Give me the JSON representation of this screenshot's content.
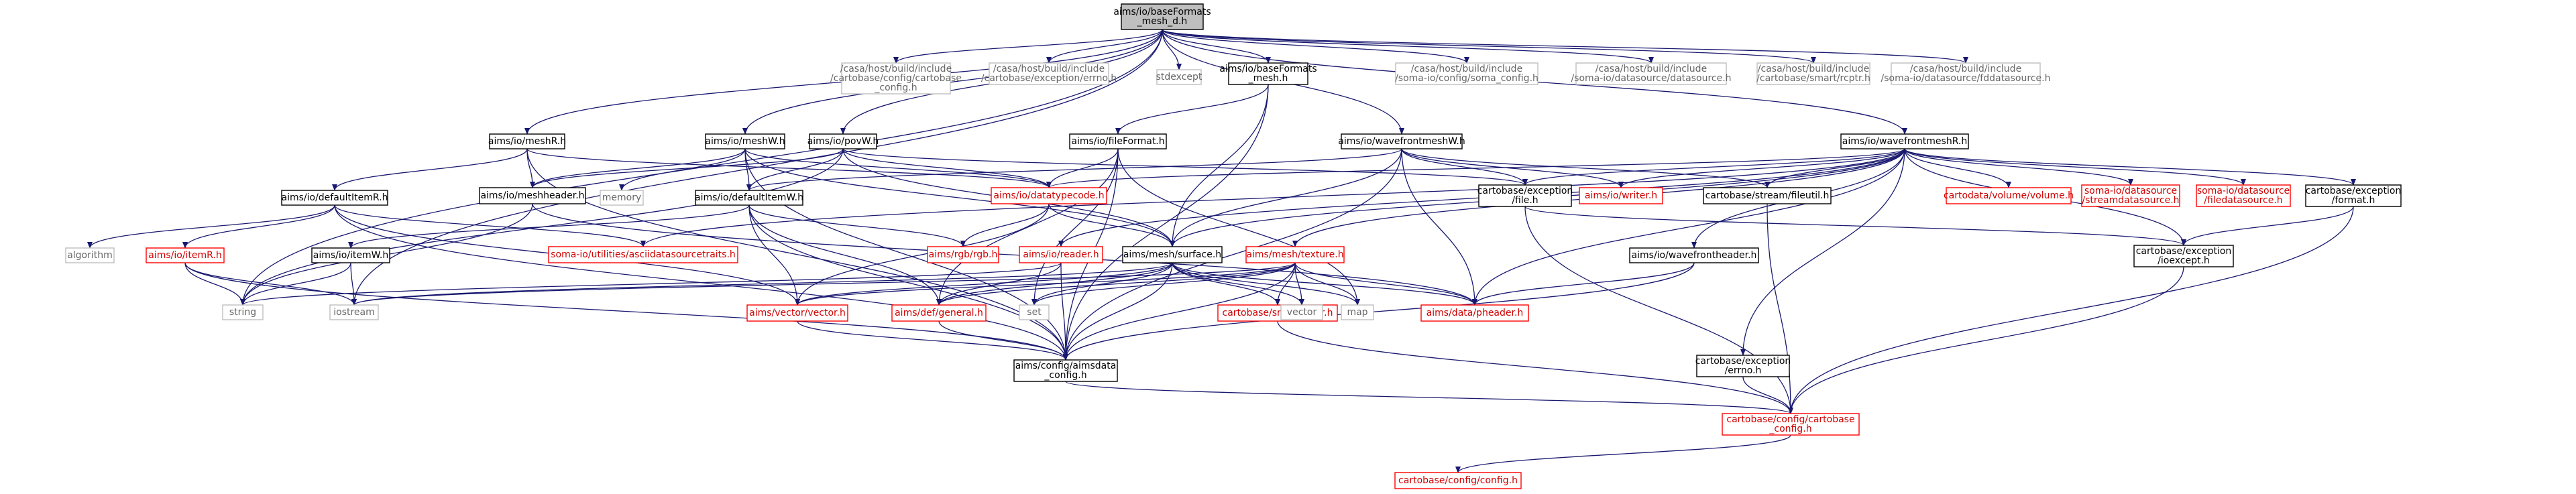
{
  "graph_title": "aims/io/baseFormats_mesh_d.h",
  "colors": {
    "node_border": "#000000",
    "node_border_missing": "#bfbfbf",
    "node_border_truncated": "#ff0000",
    "root_fill": "#bfbfbf",
    "edge": "#191970",
    "text_muted": "#666666",
    "text_red": "#d00000"
  },
  "nodes": [
    {
      "id": "root",
      "lines": [
        "aims/io/baseFormats",
        "_mesh_d.h"
      ],
      "style": "root"
    },
    {
      "id": "meshR",
      "lines": [
        "aims/io/meshR.h"
      ],
      "style": "normal"
    },
    {
      "id": "cfg_cart",
      "lines": [
        "/casa/host/build/include",
        "/cartobase/config/cartobase",
        "_config.h"
      ],
      "style": "missing"
    },
    {
      "id": "errno_abs",
      "lines": [
        "/casa/host/build/include",
        "/cartobase/exception/errno.h"
      ],
      "style": "missing"
    },
    {
      "id": "stdexcept",
      "lines": [
        "stdexcept"
      ],
      "style": "missing"
    },
    {
      "id": "bfmesh",
      "lines": [
        "aims/io/baseFormats",
        "_mesh.h"
      ],
      "style": "normal"
    },
    {
      "id": "soma_cfg",
      "lines": [
        "/casa/host/build/include",
        "/soma-io/config/soma_config.h"
      ],
      "style": "missing"
    },
    {
      "id": "soma_ds_abs",
      "lines": [
        "/casa/host/build/include",
        "/soma-io/datasource/datasource.h"
      ],
      "style": "missing"
    },
    {
      "id": "rcptr_abs",
      "lines": [
        "/casa/host/build/include",
        "/cartobase/smart/rcptr.h"
      ],
      "style": "missing"
    },
    {
      "id": "fdds_abs",
      "lines": [
        "/casa/host/build/include",
        "/soma-io/datasource/fddatasource.h"
      ],
      "style": "missing"
    },
    {
      "id": "meshW",
      "lines": [
        "aims/io/meshW.h"
      ],
      "style": "normal"
    },
    {
      "id": "povW",
      "lines": [
        "aims/io/povW.h"
      ],
      "style": "normal"
    },
    {
      "id": "fileFormat",
      "lines": [
        "aims/io/fileFormat.h"
      ],
      "style": "normal"
    },
    {
      "id": "wfmeshW",
      "lines": [
        "aims/io/wavefrontmeshW.h"
      ],
      "style": "normal"
    },
    {
      "id": "wfmeshR",
      "lines": [
        "aims/io/wavefrontmeshR.h"
      ],
      "style": "normal"
    },
    {
      "id": "defItemR",
      "lines": [
        "aims/io/defaultItemR.h"
      ],
      "style": "normal"
    },
    {
      "id": "memory",
      "lines": [
        "memory"
      ],
      "style": "missing"
    },
    {
      "id": "meshheader",
      "lines": [
        "aims/io/meshheader.h"
      ],
      "style": "normal"
    },
    {
      "id": "defItemW",
      "lines": [
        "aims/io/defaultItemW.h"
      ],
      "style": "normal"
    },
    {
      "id": "datatypecode",
      "lines": [
        "aims/io/datatypecode.h"
      ],
      "style": "truncated"
    },
    {
      "id": "excfile",
      "lines": [
        "cartobase/exception",
        "/file.h"
      ],
      "style": "normal"
    },
    {
      "id": "writer",
      "lines": [
        "aims/io/writer.h"
      ],
      "style": "truncated"
    },
    {
      "id": "fileutil",
      "lines": [
        "cartobase/stream/fileutil.h"
      ],
      "style": "normal"
    },
    {
      "id": "volume",
      "lines": [
        "cartodata/volume/volume.h"
      ],
      "style": "truncated"
    },
    {
      "id": "streamds",
      "lines": [
        "soma-io/datasource",
        "/streamdatasource.h"
      ],
      "style": "truncated"
    },
    {
      "id": "fileds",
      "lines": [
        "soma-io/datasource",
        "/filedatasource.h"
      ],
      "style": "truncated"
    },
    {
      "id": "excformat",
      "lines": [
        "cartobase/exception",
        "/format.h"
      ],
      "style": "normal"
    },
    {
      "id": "algorithm",
      "lines": [
        "algorithm"
      ],
      "style": "missing"
    },
    {
      "id": "itemR",
      "lines": [
        "aims/io/itemR.h"
      ],
      "style": "truncated"
    },
    {
      "id": "asciitraits",
      "lines": [
        "soma-io/utilities/asciidatasourcetraits.h"
      ],
      "style": "truncated"
    },
    {
      "id": "itemW",
      "lines": [
        "aims/io/itemW.h"
      ],
      "style": "normal"
    },
    {
      "id": "rgb",
      "lines": [
        "aims/rgb/rgb.h"
      ],
      "style": "truncated"
    },
    {
      "id": "reader",
      "lines": [
        "aims/io/reader.h"
      ],
      "style": "truncated"
    },
    {
      "id": "surface",
      "lines": [
        "aims/mesh/surface.h"
      ],
      "style": "normal"
    },
    {
      "id": "texture",
      "lines": [
        "aims/mesh/texture.h"
      ],
      "style": "truncated"
    },
    {
      "id": "wfheader",
      "lines": [
        "aims/io/wavefrontheader.h"
      ],
      "style": "normal"
    },
    {
      "id": "ioexcept",
      "lines": [
        "cartobase/exception",
        "/ioexcept.h"
      ],
      "style": "normal"
    },
    {
      "id": "string",
      "lines": [
        "string"
      ],
      "style": "missing"
    },
    {
      "id": "iostream",
      "lines": [
        "iostream"
      ],
      "style": "missing"
    },
    {
      "id": "vector_aims",
      "lines": [
        "aims/vector/vector.h"
      ],
      "style": "truncated"
    },
    {
      "id": "general",
      "lines": [
        "aims/def/general.h"
      ],
      "style": "truncated"
    },
    {
      "id": "set",
      "lines": [
        "set"
      ],
      "style": "missing"
    },
    {
      "id": "rcptr",
      "lines": [
        "cartobase/smart/rcptr.h"
      ],
      "style": "truncated"
    },
    {
      "id": "vector_std",
      "lines": [
        "vector"
      ],
      "style": "missing"
    },
    {
      "id": "map",
      "lines": [
        "map"
      ],
      "style": "missing"
    },
    {
      "id": "pheader",
      "lines": [
        "aims/data/pheader.h"
      ],
      "style": "truncated"
    },
    {
      "id": "aimsdata_cfg",
      "lines": [
        "aims/config/aimsdata",
        "_config.h"
      ],
      "style": "normal"
    },
    {
      "id": "errno",
      "lines": [
        "cartobase/exception",
        "/errno.h"
      ],
      "style": "normal"
    },
    {
      "id": "cartobase_cfg",
      "lines": [
        "cartobase/config/cartobase",
        "_config.h"
      ],
      "style": "truncated"
    },
    {
      "id": "config",
      "lines": [
        "cartobase/config/config.h"
      ],
      "style": "truncated"
    }
  ],
  "edges": [
    [
      "root",
      "meshR"
    ],
    [
      "root",
      "cfg_cart"
    ],
    [
      "root",
      "errno_abs"
    ],
    [
      "root",
      "stdexcept"
    ],
    [
      "root",
      "bfmesh"
    ],
    [
      "root",
      "soma_cfg"
    ],
    [
      "root",
      "soma_ds_abs"
    ],
    [
      "root",
      "rcptr_abs"
    ],
    [
      "root",
      "fdds_abs"
    ],
    [
      "root",
      "meshW"
    ],
    [
      "root",
      "povW"
    ],
    [
      "root",
      "wfmeshW"
    ],
    [
      "root",
      "wfmeshR"
    ],
    [
      "root",
      "string"
    ],
    [
      "root",
      "iostream"
    ],
    [
      "meshR",
      "defItemR"
    ],
    [
      "meshR",
      "meshheader"
    ],
    [
      "meshR",
      "datatypecode"
    ],
    [
      "meshR",
      "aimsdata_cfg"
    ],
    [
      "meshW",
      "memory"
    ],
    [
      "meshW",
      "meshheader"
    ],
    [
      "meshW",
      "defItemW"
    ],
    [
      "meshW",
      "datatypecode"
    ],
    [
      "meshW",
      "surface"
    ],
    [
      "meshW",
      "aimsdata_cfg"
    ],
    [
      "povW",
      "meshheader"
    ],
    [
      "povW",
      "defItemW"
    ],
    [
      "povW",
      "datatypecode"
    ],
    [
      "povW",
      "surface"
    ],
    [
      "povW",
      "excfile"
    ],
    [
      "povW",
      "string"
    ],
    [
      "bfmesh",
      "fileFormat"
    ],
    [
      "bfmesh",
      "surface"
    ],
    [
      "bfmesh",
      "aimsdata_cfg"
    ],
    [
      "fileFormat",
      "datatypecode"
    ],
    [
      "fileFormat",
      "general"
    ],
    [
      "fileFormat",
      "set"
    ],
    [
      "fileFormat",
      "map"
    ],
    [
      "fileFormat",
      "aimsdata_cfg"
    ],
    [
      "wfmeshW",
      "writer"
    ],
    [
      "wfmeshW",
      "excfile"
    ],
    [
      "wfmeshW",
      "fileutil"
    ],
    [
      "wfmeshW",
      "surface"
    ],
    [
      "wfmeshW",
      "pheader"
    ],
    [
      "wfmeshW",
      "aimsdata_cfg"
    ],
    [
      "wfmeshW",
      "defItemW"
    ],
    [
      "wfmeshR",
      "volume"
    ],
    [
      "wfmeshR",
      "streamds"
    ],
    [
      "wfmeshR",
      "fileds"
    ],
    [
      "wfmeshR",
      "excformat"
    ],
    [
      "wfmeshR",
      "ioexcept"
    ],
    [
      "wfmeshR",
      "fileutil"
    ],
    [
      "wfmeshR",
      "writer"
    ],
    [
      "wfmeshR",
      "excfile"
    ],
    [
      "wfmeshR",
      "datatypecode"
    ],
    [
      "wfmeshR",
      "wfheader"
    ],
    [
      "wfmeshR",
      "reader"
    ],
    [
      "wfmeshR",
      "surface"
    ],
    [
      "wfmeshR",
      "texture"
    ],
    [
      "wfmeshR",
      "pheader"
    ],
    [
      "wfmeshR",
      "asciitraits"
    ],
    [
      "wfmeshR",
      "errno"
    ],
    [
      "defItemR",
      "algorithm"
    ],
    [
      "defItemR",
      "itemR"
    ],
    [
      "defItemR",
      "asciitraits"
    ],
    [
      "defItemR",
      "vector_aims"
    ],
    [
      "defItemR",
      "aimsdata_cfg"
    ],
    [
      "meshheader",
      "pheader"
    ],
    [
      "meshheader",
      "string"
    ],
    [
      "defItemW",
      "itemW"
    ],
    [
      "defItemW",
      "rgb"
    ],
    [
      "defItemW",
      "vector_aims"
    ],
    [
      "defItemW",
      "general"
    ],
    [
      "defItemW",
      "aimsdata_cfg"
    ],
    [
      "datatypecode",
      "rgb"
    ],
    [
      "datatypecode",
      "surface"
    ],
    [
      "datatypecode",
      "vector_aims"
    ],
    [
      "excfile",
      "ioexcept"
    ],
    [
      "excfile",
      "cartobase_cfg"
    ],
    [
      "fileutil",
      "cartobase_cfg"
    ],
    [
      "excformat",
      "ioexcept"
    ],
    [
      "excformat",
      "cartobase_cfg"
    ],
    [
      "ioexcept",
      "cartobase_cfg"
    ],
    [
      "itemR",
      "string"
    ],
    [
      "itemR",
      "iostream"
    ],
    [
      "itemR",
      "aimsdata_cfg"
    ],
    [
      "itemW",
      "string"
    ],
    [
      "itemW",
      "iostream"
    ],
    [
      "reader",
      "general"
    ],
    [
      "reader",
      "string"
    ],
    [
      "reader",
      "aimsdata_cfg"
    ],
    [
      "surface",
      "vector_aims"
    ],
    [
      "surface",
      "general"
    ],
    [
      "surface",
      "set"
    ],
    [
      "surface",
      "rcptr"
    ],
    [
      "surface",
      "vector_std"
    ],
    [
      "surface",
      "map"
    ],
    [
      "surface",
      "pheader"
    ],
    [
      "surface",
      "iostream"
    ],
    [
      "surface",
      "aimsdata_cfg"
    ],
    [
      "texture",
      "vector_aims"
    ],
    [
      "texture",
      "general"
    ],
    [
      "texture",
      "set"
    ],
    [
      "texture",
      "rcptr"
    ],
    [
      "texture",
      "vector_std"
    ],
    [
      "texture",
      "map"
    ],
    [
      "texture",
      "pheader"
    ],
    [
      "texture",
      "iostream"
    ],
    [
      "texture",
      "aimsdata_cfg"
    ],
    [
      "wfheader",
      "pheader"
    ],
    [
      "wfheader",
      "aimsdata_cfg"
    ],
    [
      "vector_aims",
      "aimsdata_cfg"
    ],
    [
      "general",
      "aimsdata_cfg"
    ],
    [
      "rcptr",
      "cartobase_cfg"
    ],
    [
      "errno",
      "cartobase_cfg"
    ],
    [
      "aimsdata_cfg",
      "cartobase_cfg"
    ],
    [
      "cartobase_cfg",
      "config"
    ]
  ]
}
